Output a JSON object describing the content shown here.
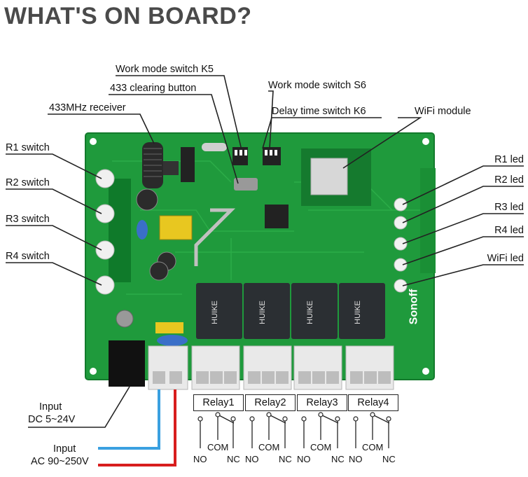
{
  "title": "WHAT'S ON BOARD?",
  "labels": {
    "work_mode_k5": "Work mode switch K5",
    "clearing_433": "433 clearing button",
    "work_mode_s6": "Work mode switch S6",
    "receiver_433": "433MHz receiver",
    "delay_k6": "Delay time switch K6",
    "wifi_module": "WiFi module",
    "r1_switch": "R1 switch",
    "r2_switch": "R2 switch",
    "r3_switch": "R3 switch",
    "r4_switch": "R4 switch",
    "r1_led": "R1 led",
    "r2_led": "R2 led",
    "r3_led": "R3 led",
    "r4_led": "R4 led",
    "wifi_led": "WiFi led",
    "input_dc_1": "Input",
    "input_dc_2": "DC 5~24V",
    "input_ac_1": "Input",
    "input_ac_2": "AC 90~250V"
  },
  "relays": [
    {
      "name": "Relay1",
      "no": "NO",
      "com": "COM",
      "nc": "NC"
    },
    {
      "name": "Relay2",
      "no": "NO",
      "com": "COM",
      "nc": "NC"
    },
    {
      "name": "Relay3",
      "no": "NO",
      "com": "COM",
      "nc": "NC"
    },
    {
      "name": "Relay4",
      "no": "NO",
      "com": "COM",
      "nc": "NC"
    }
  ],
  "relay_markings": [
    "HUIKE",
    "HUIKE",
    "HUIKE",
    "HUIKE"
  ],
  "brand": "Sonoff",
  "colors": {
    "board": "#1f9a3c",
    "board_dark": "#137a2c",
    "relay": "#2b2f33",
    "wire_blue": "#3aa0e0",
    "wire_red": "#d81e1e",
    "title": "#4a4a4a"
  }
}
